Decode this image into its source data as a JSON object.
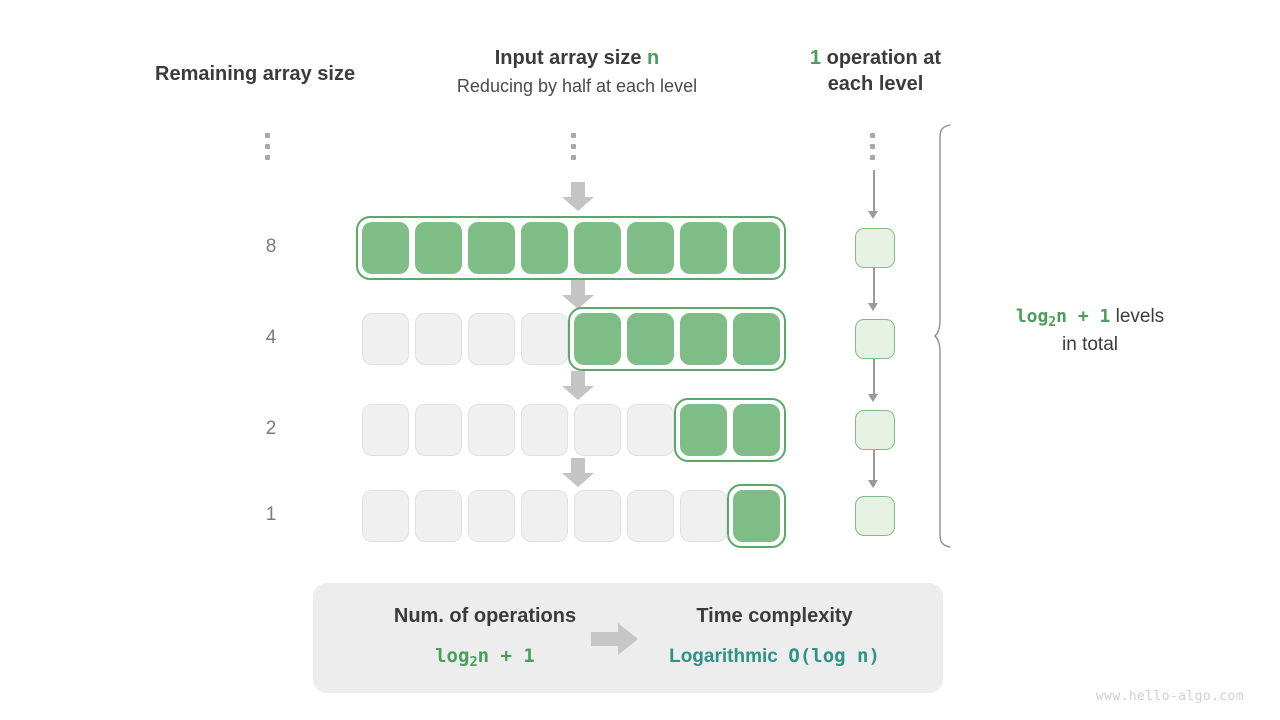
{
  "headers": {
    "remaining": "Remaining array size",
    "input_title_prefix": "Input array size ",
    "input_title_var": "n",
    "input_sub": "Reducing by half at each level",
    "ops_count": "1",
    "ops_title_rest": " operation at",
    "ops_title_line2": "each level"
  },
  "rows": [
    {
      "label": "8",
      "total_cells": 8,
      "active_cells": 8
    },
    {
      "label": "4",
      "total_cells": 8,
      "active_cells": 4
    },
    {
      "label": "2",
      "total_cells": 8,
      "active_cells": 2
    },
    {
      "label": "1",
      "total_cells": 8,
      "active_cells": 1
    }
  ],
  "levels_note": {
    "formula_pre": "log",
    "formula_sub": "2",
    "formula_post": "n + 1",
    "text_inline": " levels",
    "text_line2": "in total"
  },
  "summary": {
    "left_title": "Num. of operations",
    "left_value_pre": "log",
    "left_value_sub": "2",
    "left_value_post": "n + 1",
    "right_title": "Time complexity",
    "right_value_word": "Logarithmic",
    "right_value_bigo": "O(log n)"
  },
  "watermark": "www.hello-algo.com",
  "colors": {
    "green_accent": "#4a9e5c",
    "cell_active": "#7fbd87",
    "cell_inactive": "#f0f0f0",
    "op_box_fill": "#e7f1e4",
    "teal": "#2f9287",
    "arrow_gray": "#c4c4c4",
    "summary_bg": "#ededed"
  }
}
